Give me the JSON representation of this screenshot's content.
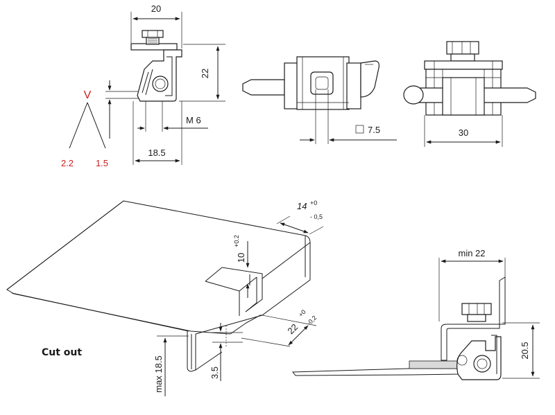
{
  "views": {
    "side": {
      "width": "20",
      "height": "22",
      "thread": "M 6",
      "bottom_width": "18.5"
    },
    "v_marker": {
      "letter": "V",
      "left_value": "2.2",
      "right_value": "1.5"
    },
    "front": {
      "square_symbol": "□",
      "square_size": "7.5"
    },
    "back": {
      "width": "30"
    },
    "cutout": {
      "title": "Cut out",
      "depth_value": "14",
      "depth_tol_upper": "+0",
      "depth_tol_lower": "- 0,5",
      "height_value": "10",
      "height_tol": "+0.2",
      "width_value": "22",
      "width_tol_upper": "+0",
      "width_tol_lower": "-0,2",
      "flange_max": "max 18.5",
      "offset": "3.5"
    },
    "section": {
      "min_gap": "min 22",
      "height": "20.5"
    }
  },
  "colors": {
    "line": "#1a1a1a",
    "accent_red": "#cc1f1f",
    "seal_grey": "#d9d9d9"
  }
}
